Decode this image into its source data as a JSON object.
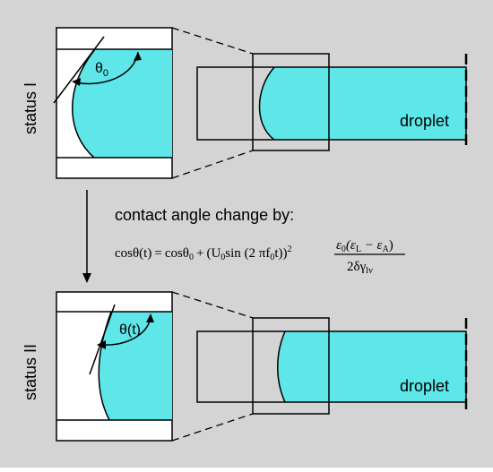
{
  "colors": {
    "background": "#d4d4d4",
    "liquid": "#5ee6e8",
    "outline": "#000000",
    "panel": "#ffffff"
  },
  "labels": {
    "status_one": "status I",
    "status_two": "status II",
    "droplet_top": "droplet",
    "droplet_bottom": "droplet",
    "angle_top_base": "θ",
    "angle_top_sub": "0",
    "angle_bottom": "θ(t)",
    "caption": "contact angle change by:"
  },
  "equation": {
    "lhs": "cosθ(t)",
    "eq": "=",
    "term1": "cosθ",
    "term1_sub": "0",
    "plus": "+",
    "paren_open": "(U",
    "u_sub": "0",
    "sin_part": "sin (2 πf",
    "f_sub": "0",
    "paren_close": "t))",
    "power": "2",
    "frac_num_eps0": "ε",
    "frac_num_eps0_sub": "0",
    "frac_num_open": "(ε",
    "frac_num_epsL_sub": "L",
    "frac_num_minus": " − ε",
    "frac_num_epsA_sub": "A",
    "frac_num_close": ")",
    "frac_den": "2δγ",
    "frac_den_sub": "lv"
  }
}
